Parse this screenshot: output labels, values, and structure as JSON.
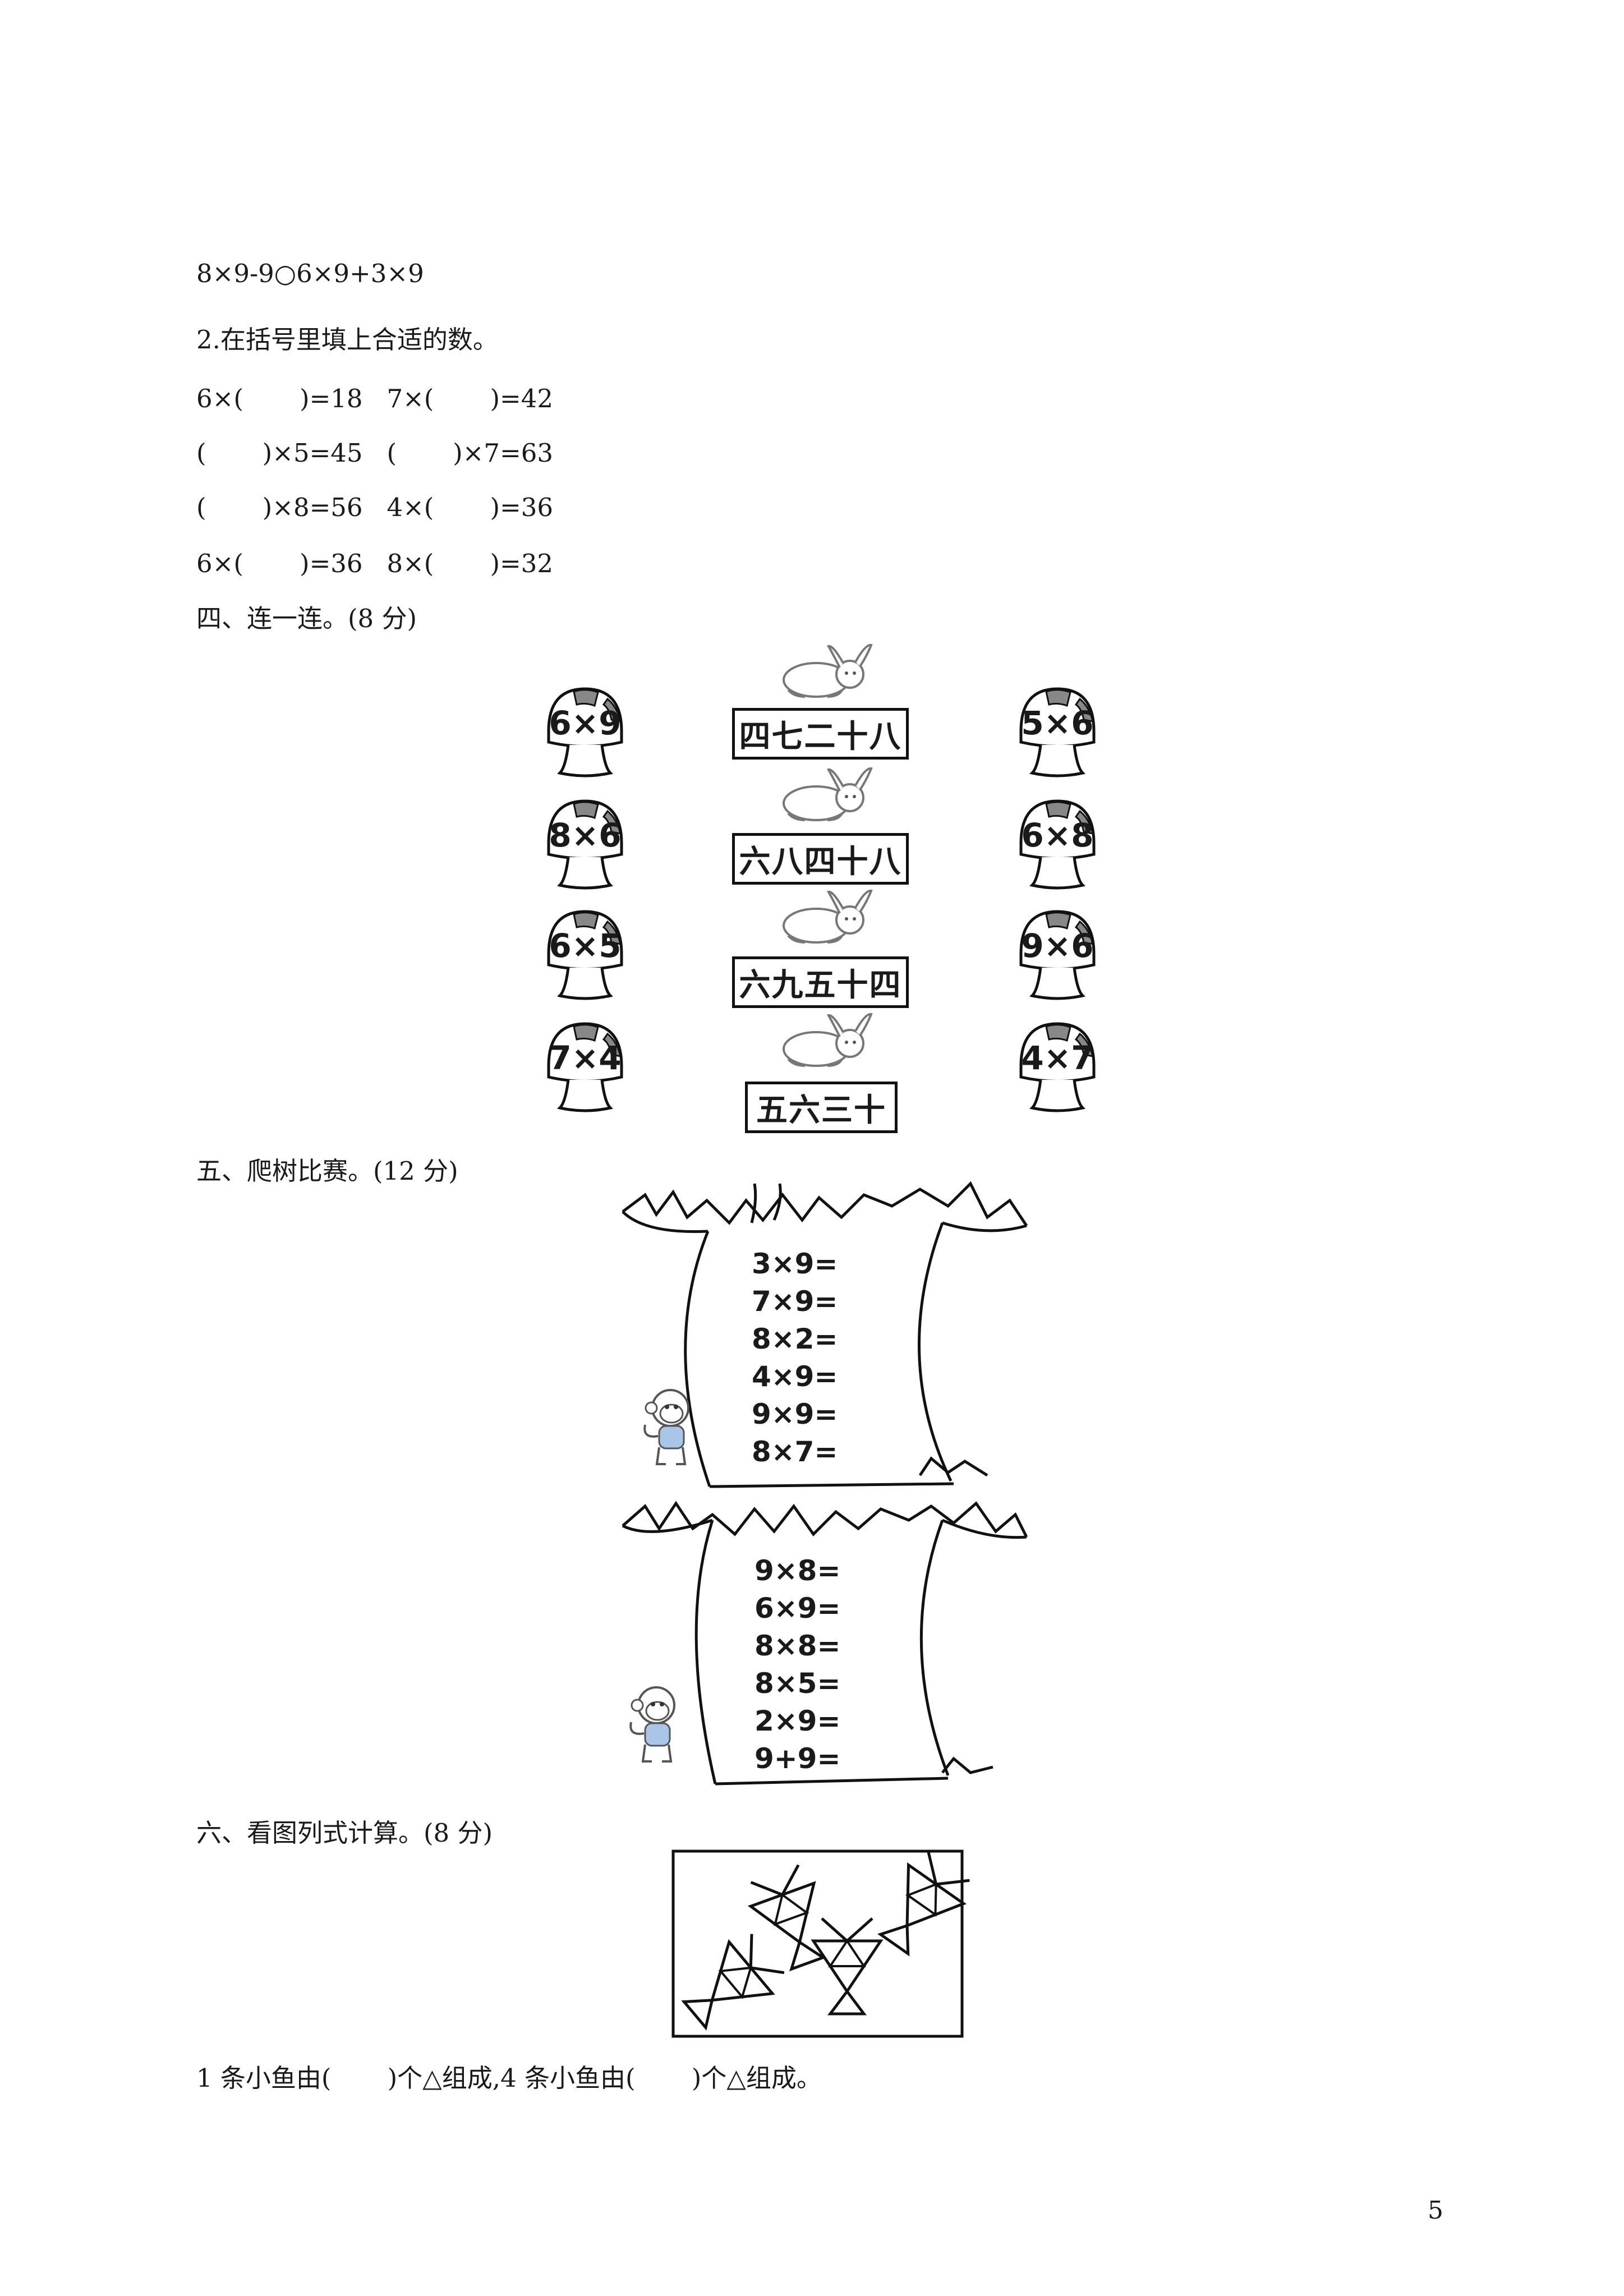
{
  "lines": {
    "compare": "8×9-9○6×9+3×9",
    "q2_title": "2.在括号里填上合适的数。",
    "row1": "6×(       )=18   7×(       )=42",
    "row2": "(       )×5=45   (       )×7=63",
    "row3": "(       )×8=56   4×(       )=36",
    "row4": "6×(       )=36   8×(       )=32"
  },
  "section4": {
    "title": "四、连一连。(8 分)",
    "left_mushrooms": [
      "6×9",
      "8×6",
      "6×5",
      "7×4"
    ],
    "right_mushrooms": [
      "5×6",
      "6×8",
      "9×6",
      "4×7"
    ],
    "boxes": [
      "四七二十八",
      "六八四十八",
      "六九五十四",
      "五六三十"
    ]
  },
  "section5": {
    "title": "五、爬树比赛。(12 分)",
    "tree1": [
      "3×9=",
      "7×9=",
      "8×2=",
      "4×9=",
      "9×9=",
      "8×7="
    ],
    "tree2": [
      "9×8=",
      "6×9=",
      "8×8=",
      "8×5=",
      "2×9=",
      "9+9="
    ]
  },
  "section6": {
    "title": "六、看图列式计算。(8 分)",
    "question": "1 条小鱼由(       )个△组成,4 条小鱼由(       )个△组成。"
  },
  "page_number": "5"
}
